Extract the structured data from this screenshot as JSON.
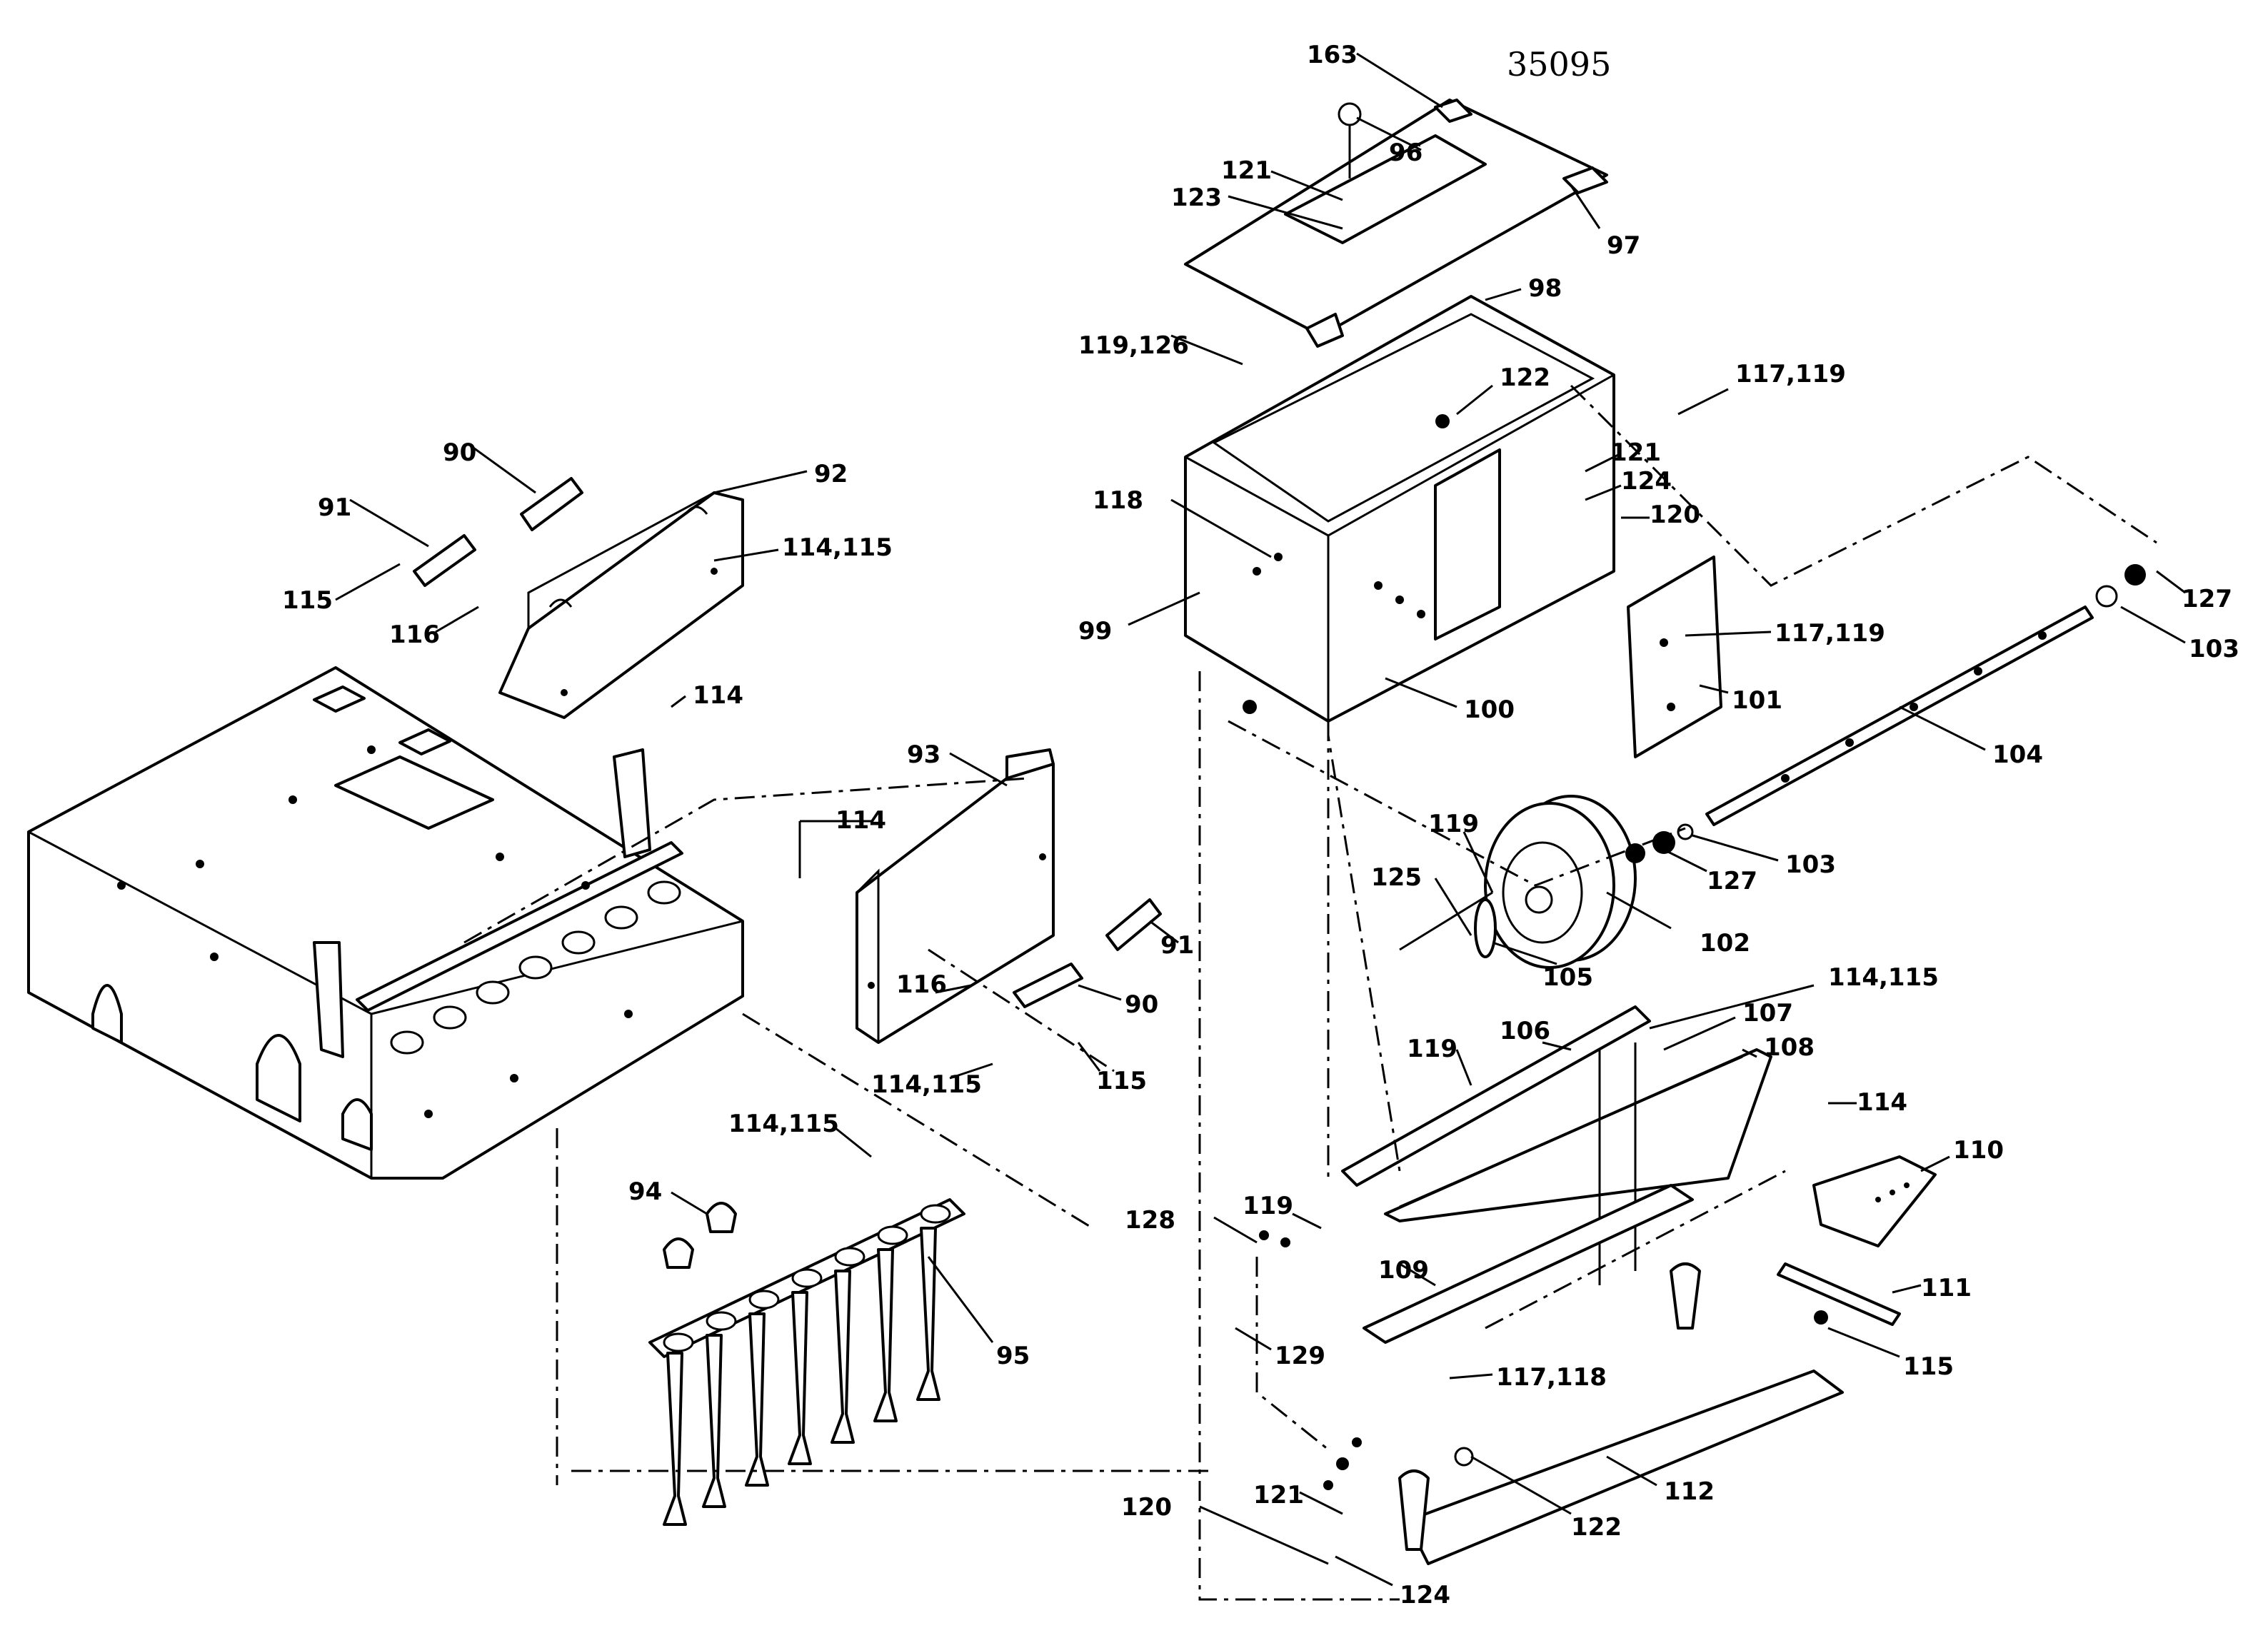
{
  "drawing_number": "35095",
  "callouts": [
    "163",
    "96",
    "121",
    "123",
    "97",
    "98",
    "119,126",
    "122",
    "117,119",
    "90",
    "92",
    "91",
    "121",
    "124",
    "118",
    "120",
    "115",
    "114,115",
    "116",
    "99",
    "127",
    "117,119",
    "103",
    "100",
    "101",
    "114",
    "104",
    "93",
    "119",
    "114",
    "125",
    "127",
    "103",
    "91",
    "102",
    "105",
    "90",
    "116",
    "114,115",
    "115",
    "114,115",
    "107",
    "119",
    "106",
    "108",
    "114",
    "114,115",
    "110",
    "94",
    "119",
    "128",
    "95",
    "109",
    "111",
    "129",
    "117,118",
    "115",
    "112",
    "120",
    "121",
    "122",
    "124"
  ]
}
